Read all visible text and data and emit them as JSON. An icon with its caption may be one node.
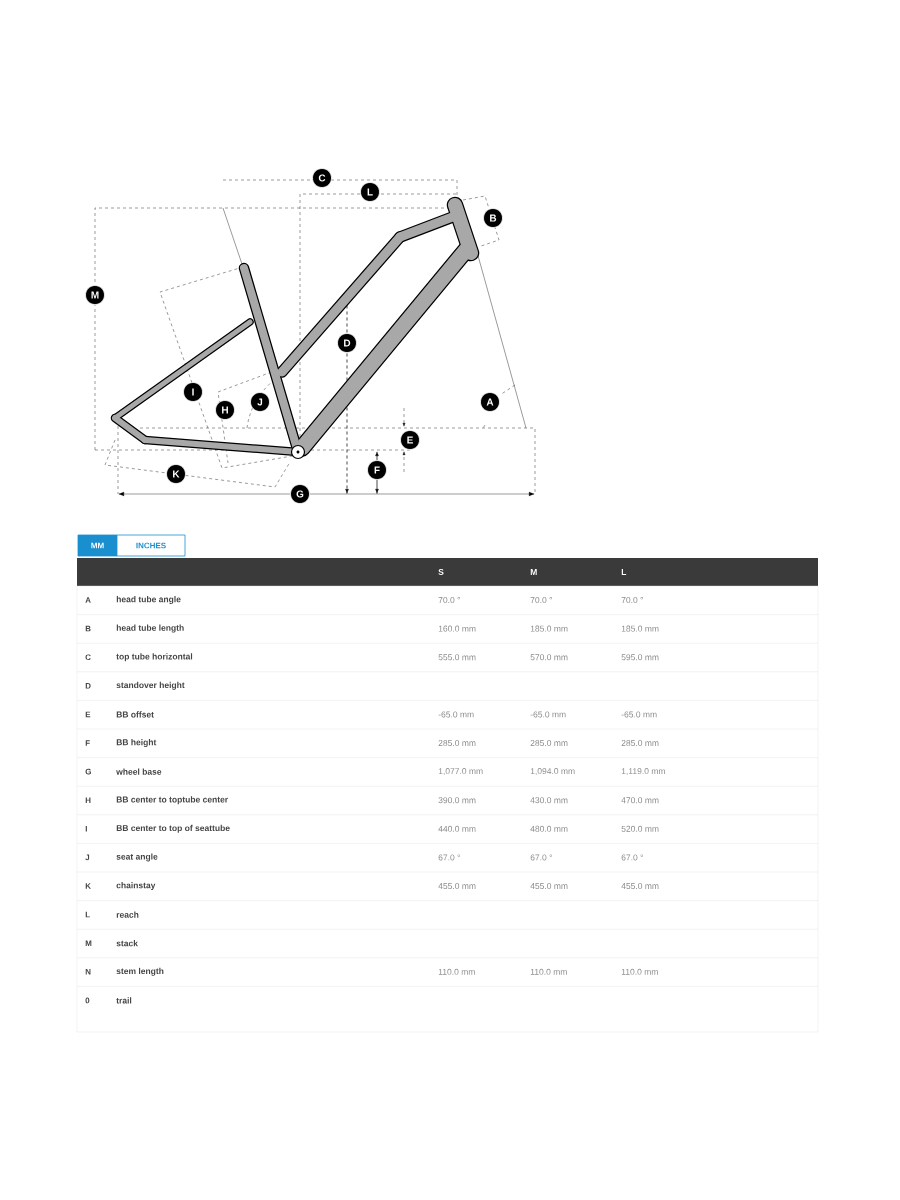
{
  "diagram": {
    "nodes": [
      {
        "text": [
          "MM"
        ]
      },
      {
        "text": [
          "INCHES"
        ]
      }
    ],
    "edges": [],
    "labels": [
      "C",
      "L",
      "B",
      "M",
      "D",
      "I",
      "J",
      "A",
      "H",
      "E",
      "F",
      "K",
      "G",
      "S",
      "M",
      "L",
      "A",
      "head tube angle",
      "70.0 °",
      "70.0 °",
      "70.0 °",
      "B",
      "head tube length",
      "160.0 mm",
      "185.0 mm",
      "185.0 mm",
      "C",
      "top tube horizontal",
      "555.0 mm",
      "570.0 mm",
      "595.0 mm",
      "D",
      "standover height",
      "E",
      "BB offset",
      "-65.0 mm",
      "-65.0 mm",
      "-65.0 mm",
      "F",
      "BB height",
      "285.0 mm",
      "285.0 mm",
      "285.0 mm",
      "G",
      "wheel base",
      "1,077.0 mm",
      "1,094.0 mm",
      "1,119.0 mm",
      "H",
      "BB center to toptube center",
      "390.0 mm",
      "430.0 mm",
      "470.0 mm",
      "I",
      "BB center to top of seattube",
      "440.0 mm",
      "480.0 mm",
      "520.0 mm",
      "J",
      "seat angle",
      "67.0 °",
      "67.0 °",
      "67.0 °",
      "K",
      "chainstay",
      "455.0 mm",
      "455.0 mm",
      "455.0 mm",
      "L",
      "reach",
      "M",
      "stack",
      "N",
      "stem length",
      "110.0 mm",
      "110.0 mm",
      "110.0 mm",
      "0",
      "trail"
    ]
  }
}
